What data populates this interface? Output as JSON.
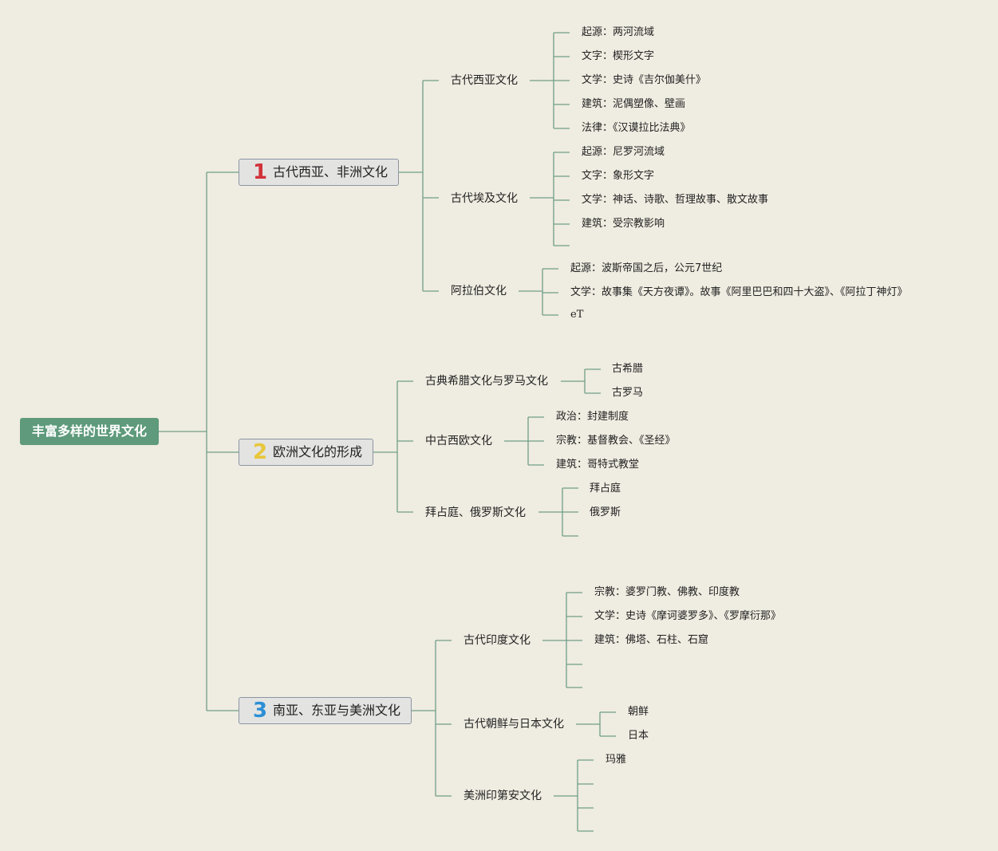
{
  "root": "丰富多样的世界文化",
  "branch1": {
    "number": "1",
    "number_color": "#d2323a",
    "label": "古代西亚、非洲文化",
    "sub1": {
      "label": "古代西亚文化",
      "leaves": [
        "起源：两河流域",
        "文字：楔形文字",
        "文学：史诗《吉尔伽美什》",
        "建筑：泥偶塑像、壁画",
        "法律：《汉谟拉比法典》"
      ]
    },
    "sub2": {
      "label": "古代埃及文化",
      "leaves": [
        "起源：尼罗河流域",
        "文字：象形文字",
        "文学：神话、诗歌、哲理故事、散文故事",
        "建筑：受宗教影响"
      ]
    },
    "sub3": {
      "label": "阿拉伯文化",
      "leaves": [
        "起源：波斯帝国之后，公元7世纪",
        "文学：故事集《天方夜谭》。故事《阿里巴巴和四十大盗》、《阿拉丁神灯》",
        "eT"
      ]
    }
  },
  "branch2": {
    "number": "2",
    "number_color": "#e8c63a",
    "label": "欧洲文化的形成",
    "sub1": {
      "label": "古典希腊文化与罗马文化",
      "leaves": [
        "古希腊",
        "古罗马"
      ]
    },
    "sub2": {
      "label": "中古西欧文化",
      "leaves": [
        "政治：封建制度",
        "宗教：基督教会、《圣经》",
        "建筑：哥特式教堂"
      ]
    },
    "sub3": {
      "label": "拜占庭、俄罗斯文化",
      "leaves": [
        "拜占庭",
        "俄罗斯"
      ]
    }
  },
  "branch3": {
    "number": "3",
    "number_color": "#2b8fd6",
    "label": "南亚、东亚与美洲文化",
    "sub1": {
      "label": "古代印度文化",
      "leaves": [
        "宗教：婆罗门教、佛教、印度教",
        "文学：史诗《摩诃婆罗多》、《罗摩衍那》",
        "建筑：佛塔、石柱、石窟"
      ]
    },
    "sub2": {
      "label": "古代朝鲜与日本文化",
      "leaves": [
        "朝鲜",
        "日本"
      ]
    },
    "sub3": {
      "label": "美洲印第安文化",
      "leaves": [
        "玛雅"
      ]
    }
  },
  "colors": {
    "background": "#efece1",
    "root": "#5e9a7b",
    "line": "#6f9e88",
    "branch_bg": "#e3e3e1",
    "branch_border": "#8b95a3"
  }
}
